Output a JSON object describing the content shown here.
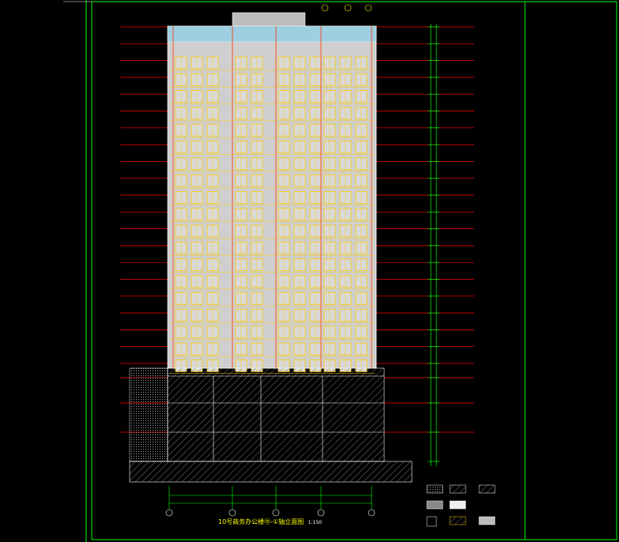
{
  "drawing_title": "10号商务办公楼⑮-①轴立面图",
  "drawing_scale": "1:150",
  "colors": {
    "background": "#000000",
    "frame": "#00ff00",
    "level_line": "#ff0000",
    "facade": "#cfcfcf",
    "window_frame": "#ffcc00",
    "column_line": "#ff3300",
    "dimension": "#00ff00",
    "text_level": "#ff66ff",
    "text_dim": "#ffffff",
    "hatch": "#888888"
  },
  "legend_icons": [
    "material-swatch-1",
    "material-swatch-2",
    "material-swatch-3",
    "material-swatch-4",
    "material-swatch-5",
    "material-swatch-6"
  ]
}
